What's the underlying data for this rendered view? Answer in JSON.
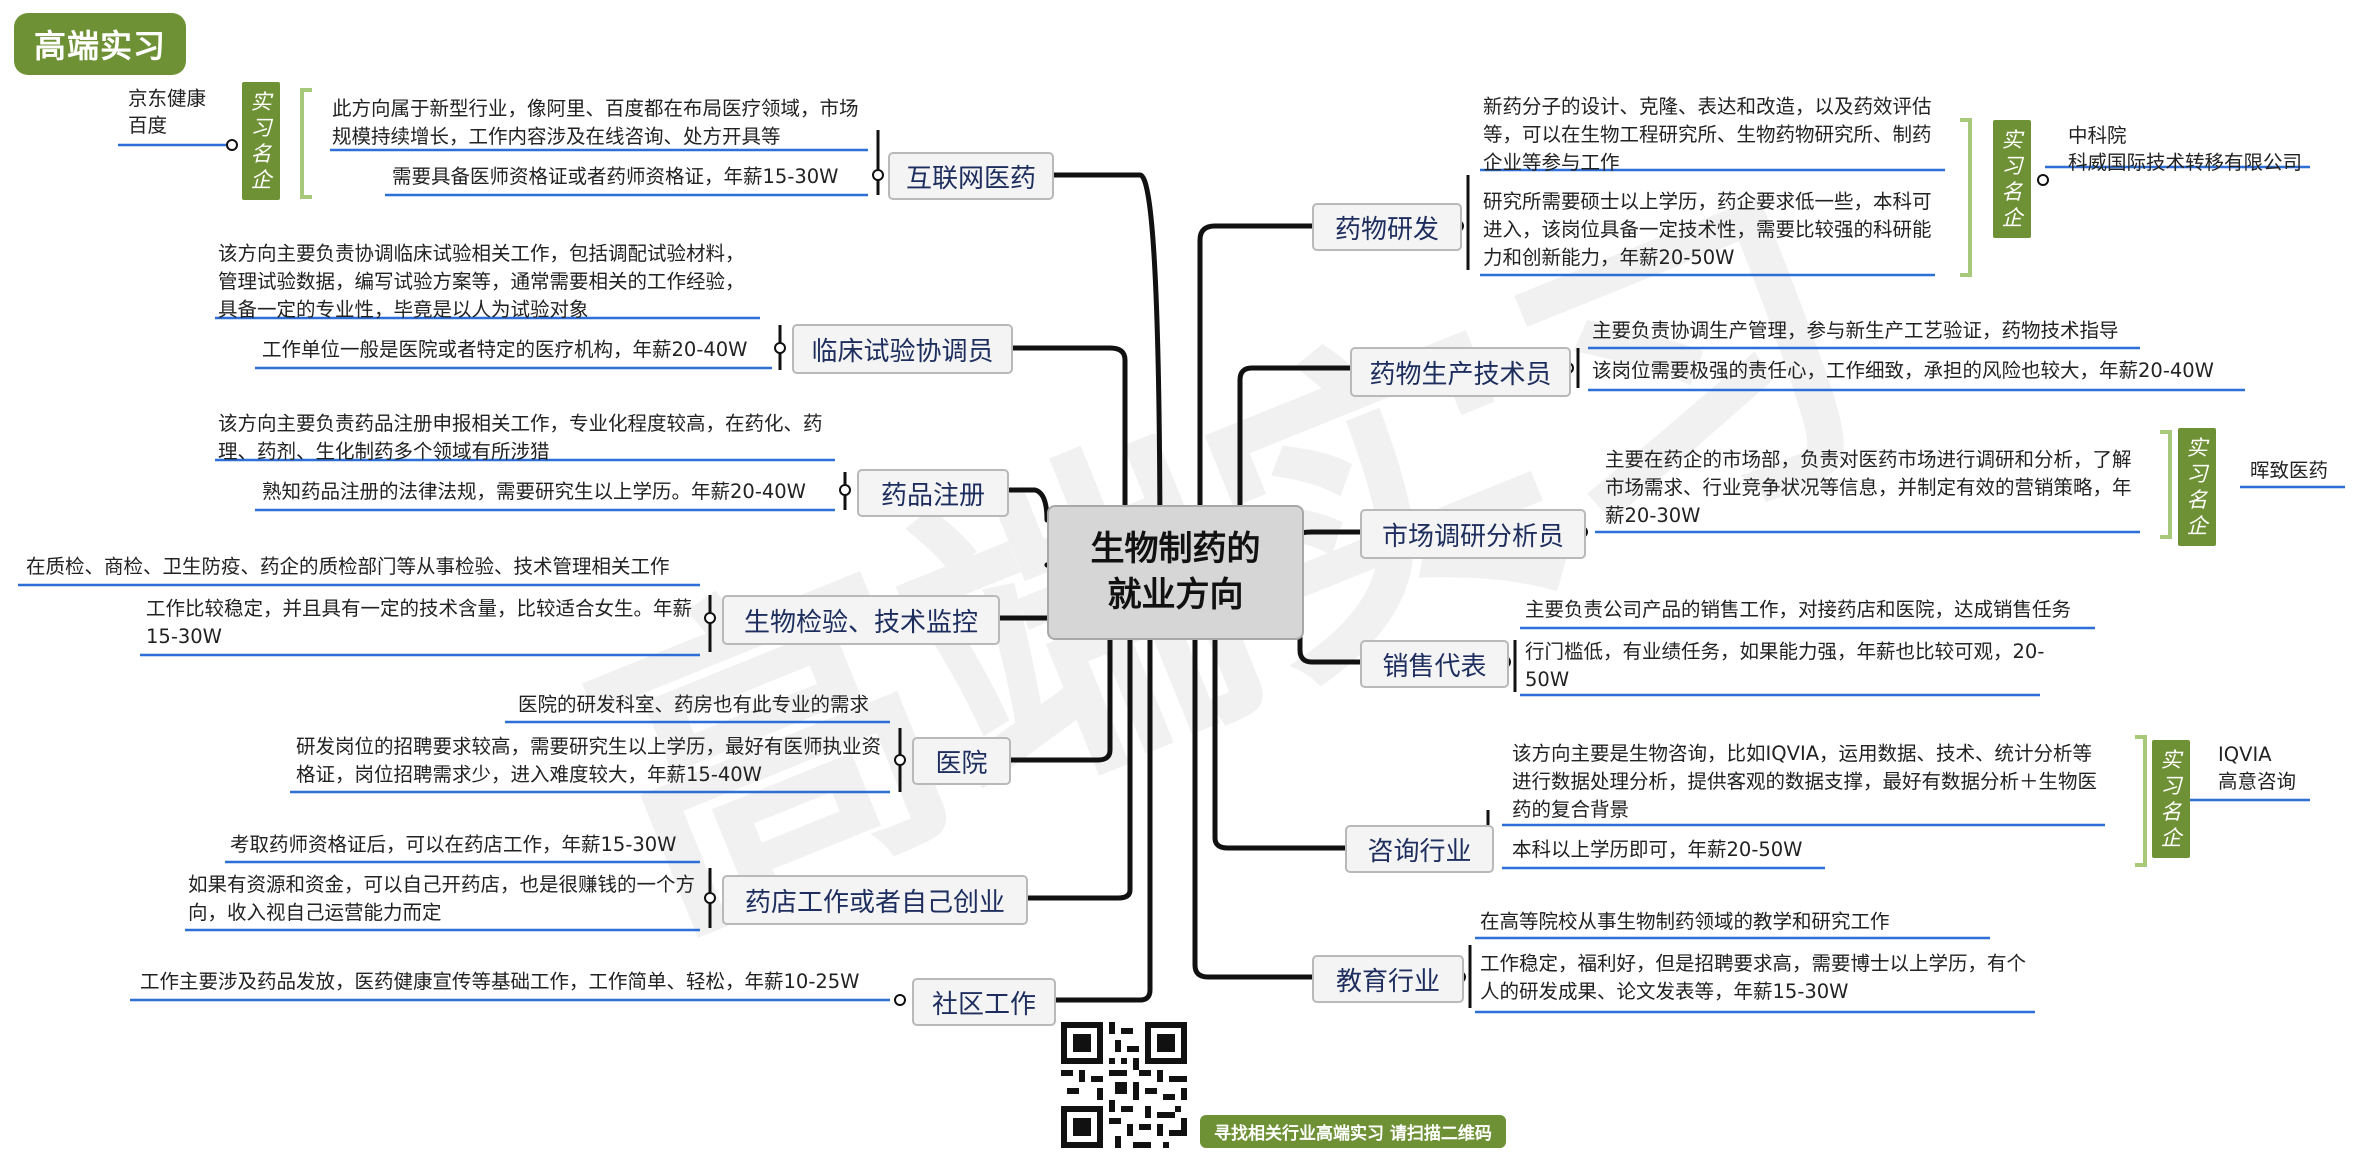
{
  "brand": "高端实习",
  "watermark": "高端实习",
  "center": {
    "line1": "生物制药的",
    "line2": "就业方向"
  },
  "badge_label": [
    "实",
    "习",
    "名",
    "企"
  ],
  "branches": {
    "internet": "互联网医药",
    "clinical": "临床试验协调员",
    "registration": "药品注册",
    "inspection": "生物检验、技术监控",
    "hospital": "医院",
    "pharmacy": "药店工作或者自己创业",
    "community": "社区工作",
    "rnd": "药物研发",
    "production": "药物生产技术员",
    "market": "市场调研分析员",
    "sales": "销售代表",
    "consulting": "咨询行业",
    "education": "教育行业"
  },
  "notes": {
    "internet_1": "此方向属于新型行业，像阿里、百度都在布局医疗领域，市场规模持续增长，工作内容涉及在线咨询、处方开具等",
    "internet_2": "需要具备医师资格证或者药师资格证，年薪15-30W",
    "clinical_1": "该方向主要负责协调临床试验相关工作，包括调配试验材料，管理试验数据，编写试验方案等，通常需要相关的工作经验，具备一定的专业性，毕竟是以人为试验对象",
    "clinical_2": "工作单位一般是医院或者特定的医疗机构，年薪20-40W",
    "registration_1": "该方向主要负责药品注册申报相关工作，专业化程度较高，在药化、药理、药剂、生化制药多个领域有所涉猎",
    "registration_2": "熟知药品注册的法律法规，需要研究生以上学历。年薪20-40W",
    "inspection_1": "在质检、商检、卫生防疫、药企的质检部门等从事检验、技术管理相关工作",
    "inspection_2": "工作比较稳定，并且具有一定的技术含量，比较适合女生。年薪15-30W",
    "hospital_1": "医院的研发科室、药房也有此专业的需求",
    "hospital_2": "研发岗位的招聘要求较高，需要研究生以上学历，最好有医师执业资格证，岗位招聘需求少，进入难度较大，年薪15-40W",
    "pharmacy_1": "考取药师资格证后，可以在药店工作，年薪15-30W",
    "pharmacy_2": "如果有资源和资金，可以自己开药店，也是很赚钱的一个方向，收入视自己运营能力而定",
    "community_1": "工作主要涉及药品发放，医药健康宣传等基础工作，工作简单、轻松，年薪10-25W",
    "rnd_1": "新药分子的设计、克隆、表达和改造，以及药效评估等，可以在生物工程研究所、生物药物研究所、制药企业等参与工作",
    "rnd_2": "研究所需要硕士以上学历，药企要求低一些，本科可进入，该岗位具备一定技术性，需要比较强的科研能力和创新能力，年薪20-50W",
    "production_1": "主要负责协调生产管理，参与新生产工艺验证，药物技术指导",
    "production_2": "该岗位需要极强的责任心，工作细致，承担的风险也较大，年薪20-40W",
    "market_1": "主要在药企的市场部，负责对医药市场进行调研和分析，了解市场需求、行业竞争状况等信息，并制定有效的营销策略，年薪20-30W",
    "sales_1": "主要负责公司产品的销售工作，对接药店和医院，达成销售任务",
    "sales_2": "行门槛低，有业绩任务，如果能力强，年薪也比较可观，20-50W",
    "consulting_1": "该方向主要是生物咨询，比如IQVIA，运用数据、技术、统计分析等进行数据处理分析，提供客观的数据支撑，最好有数据分析＋生物医药的复合背景",
    "consulting_2": "本科以上学历即可，年薪20-50W",
    "education_1": "在高等院校从事生物制药领域的教学和研究工作",
    "education_2": "工作稳定，福利好，但是招聘要求高，需要博士以上学历，有个人的研发成果、论文发表等，年薪15-30W"
  },
  "companies": {
    "internet": [
      "京东健康",
      "百度"
    ],
    "rnd": [
      "中科院",
      "科威国际技术转移有限公司"
    ],
    "market": [
      "晖致医药"
    ],
    "consulting": [
      "IQVIA",
      "高意咨询"
    ]
  },
  "footer": "寻找相关行业高端实习  请扫描二维码",
  "colors": {
    "accent_green": "#6f9136",
    "underline_blue": "#2d6fd6",
    "branch_text": "#1d2e5e",
    "connector": "#111111"
  }
}
